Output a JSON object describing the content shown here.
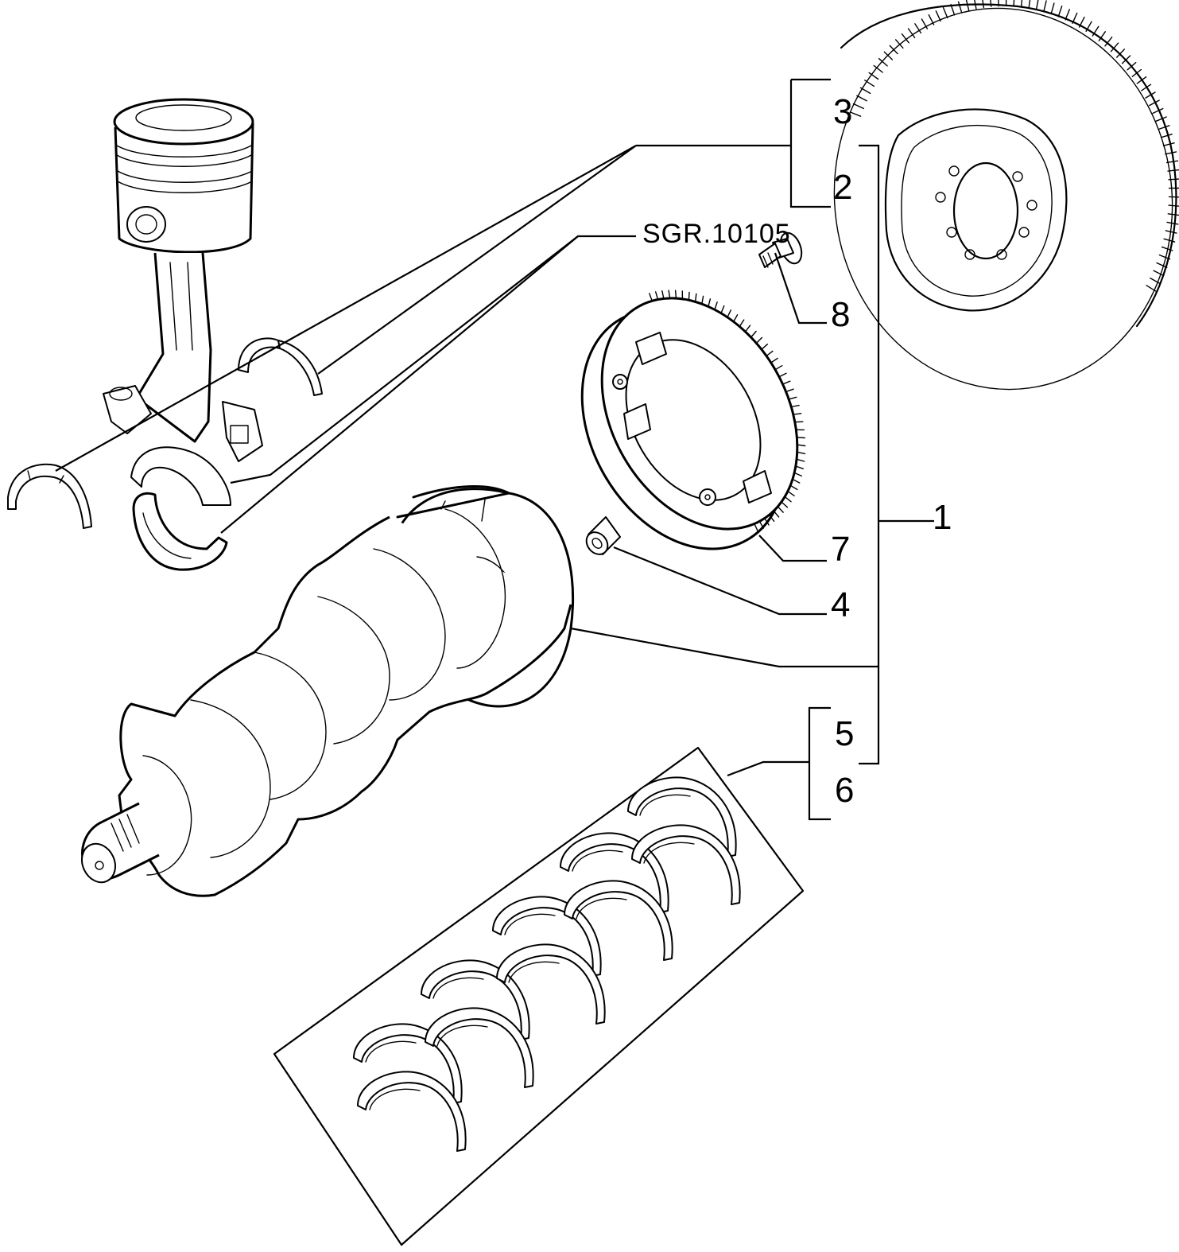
{
  "reference_code": "SGR.10105",
  "callouts": [
    {
      "id": "1",
      "label": "1"
    },
    {
      "id": "2",
      "label": "2"
    },
    {
      "id": "3",
      "label": "3"
    },
    {
      "id": "4",
      "label": "4"
    },
    {
      "id": "5",
      "label": "5"
    },
    {
      "id": "6",
      "label": "6"
    },
    {
      "id": "7",
      "label": "7"
    },
    {
      "id": "8",
      "label": "8"
    }
  ],
  "parts": [
    {
      "part": "flywheel-with-ring-gear",
      "icon": "flywheel-icon"
    },
    {
      "part": "timing-tone-wheel",
      "icon": "gear-icon"
    },
    {
      "part": "flywheel-bolt",
      "icon": "bolt-icon"
    },
    {
      "part": "dowel-bush",
      "icon": "bush-icon"
    },
    {
      "part": "crankshaft",
      "icon": "crankshaft-icon"
    },
    {
      "part": "piston-and-connecting-rod",
      "icon": "piston-icon"
    },
    {
      "part": "thrust-half-rings",
      "icon": "thrust-washer-icon"
    },
    {
      "part": "main-bearing-shells",
      "icon": "bearing-shell-icon"
    }
  ]
}
